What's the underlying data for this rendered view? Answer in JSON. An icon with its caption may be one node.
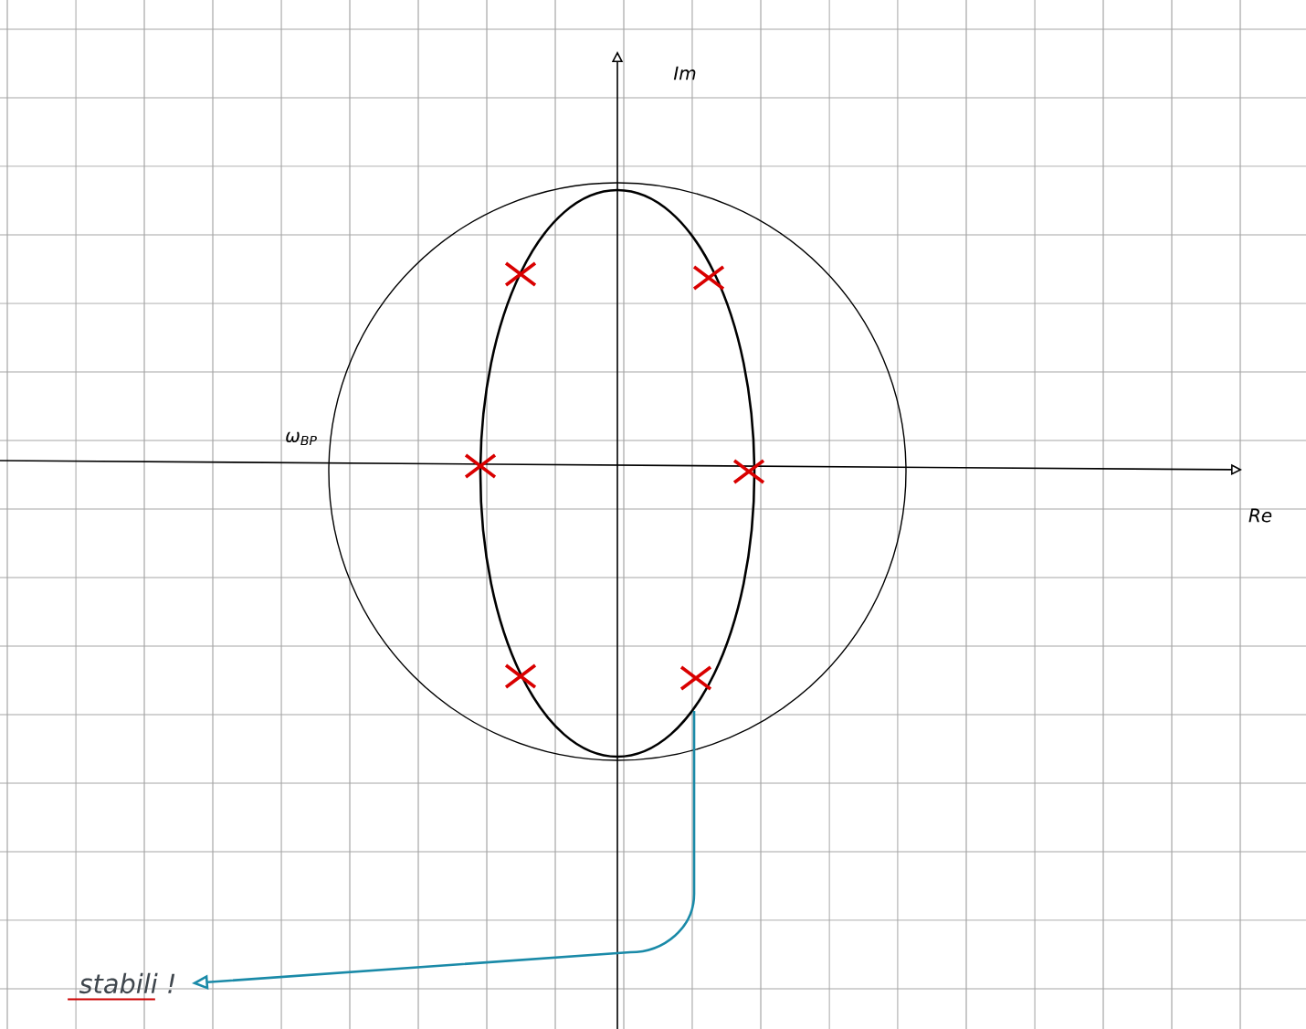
{
  "diagram": {
    "nodes": [
      {
        "text": [
          "stabili !"
        ]
      },
      {
        "text": [],
        "shape": "ellipse"
      }
    ],
    "edges": [
      {
        "from": 1,
        "to": 0,
        "arrow": "to",
        "color": "#1a8aa8"
      }
    ],
    "labels": [
      "Im",
      "ω$_{BP}$",
      "Re"
    ]
  }
}
